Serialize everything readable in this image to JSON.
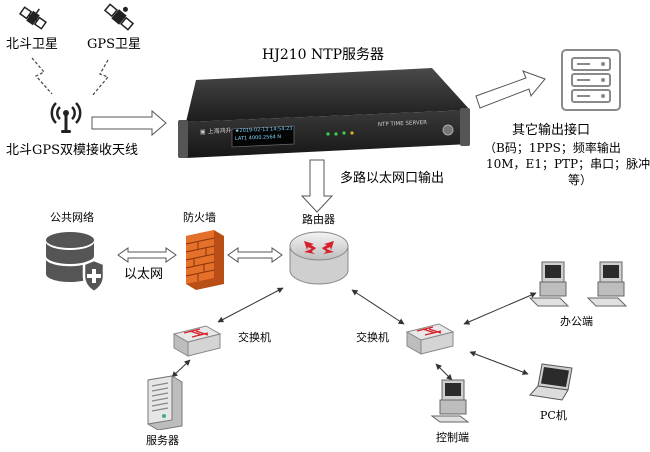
{
  "diagram": {
    "title": "HJ210 NTP服务器",
    "nodes": {
      "beidou_satellite": {
        "label": "北斗卫星",
        "icon": "satellite-icon"
      },
      "gps_satellite": {
        "label": "GPS卫星",
        "icon": "satellite-icon"
      },
      "antenna": {
        "label": "北斗GPS双模接收天线",
        "icon": "antenna-icon"
      },
      "ntp_server": {
        "icon": "rack-server-icon",
        "front_panel_text": "NTP TIME SERVER",
        "display_line1": "★2019-02-13 14:54:23",
        "display_line2": "LAT1 4000.2564 N"
      },
      "other_outputs": {
        "title": "其它输出接口",
        "line1": "（B码；1PPS；频率输出",
        "line2": "10M，E1；PTP；串口；脉冲",
        "line3": "等）",
        "icon": "server-stack-icon"
      },
      "ethernet_output": {
        "label": "多路以太网口输出"
      },
      "public_network": {
        "label": "公共网络",
        "icon": "database-shield-icon"
      },
      "ethernet": {
        "label": "以太网"
      },
      "firewall": {
        "label": "防火墙",
        "icon": "firewall-icon"
      },
      "router": {
        "label": "路由器",
        "icon": "router-icon"
      },
      "switch_left": {
        "label": "交换机",
        "icon": "switch-icon"
      },
      "switch_right": {
        "label": "交换机",
        "icon": "switch-icon"
      },
      "server": {
        "label": "服务器",
        "icon": "tower-server-icon"
      },
      "control_terminal": {
        "label": "控制端",
        "icon": "desktop-computer-icon"
      },
      "office_terminal": {
        "label": "办公端",
        "icon": "desktop-computer-icon"
      },
      "pc": {
        "label": "PC机",
        "icon": "laptop-icon"
      }
    },
    "colors": {
      "accent_red": "#d8202a",
      "firewall": "#e4702a",
      "gray": "#8a8a8a",
      "dark": "#2b2b2b"
    }
  }
}
